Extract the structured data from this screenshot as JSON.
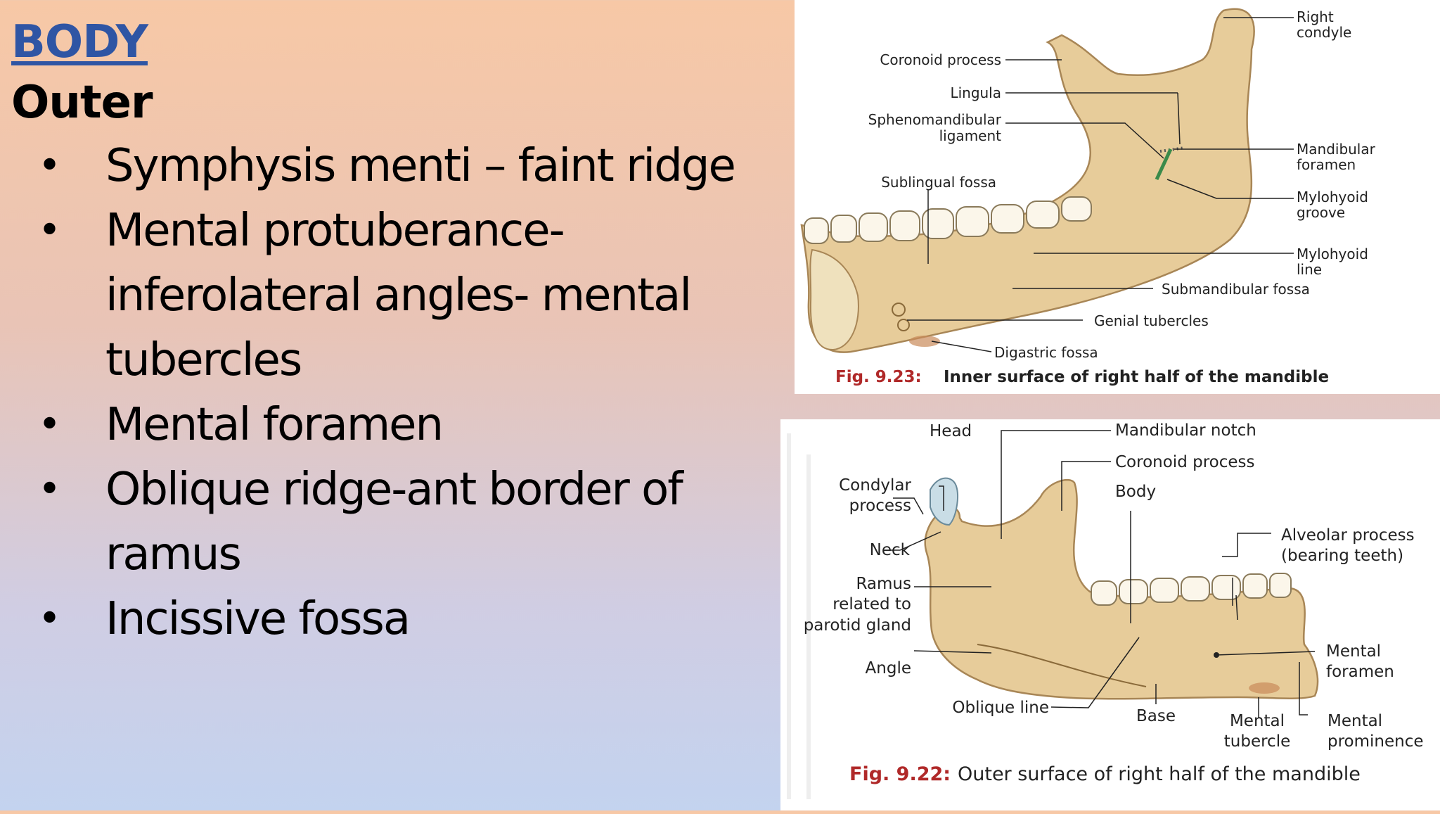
{
  "slide": {
    "title": "BODY",
    "subtitle": "Outer",
    "bullets": [
      "Symphysis menti – faint ridge",
      "Mental protuberance- inferolateral angles- mental tubercles",
      "Mental foramen",
      "Oblique ridge-ant border of ramus",
      "Incissive fossa"
    ]
  },
  "figure_inner": {
    "caption_num": "Fig. 9.23:",
    "caption_text": "Inner surface of right half of the mandible",
    "labels": {
      "coronoid": "Coronoid process",
      "lingula": "Lingula",
      "spheno_1": "Sphenomandibular",
      "spheno_2": "ligament",
      "sublingual": "Sublingual fossa",
      "condyle_1": "Right",
      "condyle_2": "condyle",
      "mand_foramen_1": "Mandibular",
      "mand_foramen_2": "foramen",
      "mylo_groove_1": "Mylohyoid",
      "mylo_groove_2": "groove",
      "mylo_line_1": "Mylohyoid",
      "mylo_line_2": "line",
      "submandibular": "Submandibular fossa",
      "genial": "Genial tubercles",
      "digastric": "Digastric fossa"
    }
  },
  "figure_outer": {
    "caption_num": "Fig. 9.22:",
    "caption_text": "Outer surface of right half of the mandible",
    "labels": {
      "head": "Head",
      "mand_notch": "Mandibular notch",
      "coronoid": "Coronoid process",
      "body": "Body",
      "condylar_1": "Condylar",
      "condylar_2": "process",
      "alveolar_1": "Alveolar process",
      "alveolar_2": "(bearing teeth)",
      "neck": "Neck",
      "ramus_1": "Ramus",
      "ramus_2": "related to",
      "ramus_3": "parotid gland",
      "mental_foramen_1": "Mental",
      "mental_foramen_2": "foramen",
      "angle": "Angle",
      "oblique": "Oblique line",
      "base": "Base",
      "mental_tubercle_1": "Mental",
      "mental_tubercle_2": "tubercle",
      "mental_prom_1": "Mental",
      "mental_prom_2": "prominence"
    }
  },
  "colors": {
    "title": "#2f55a4",
    "bone": "#e7cc9a",
    "bone_edge": "#a88656",
    "caption_num": "#b02929",
    "leader": "#222222"
  }
}
